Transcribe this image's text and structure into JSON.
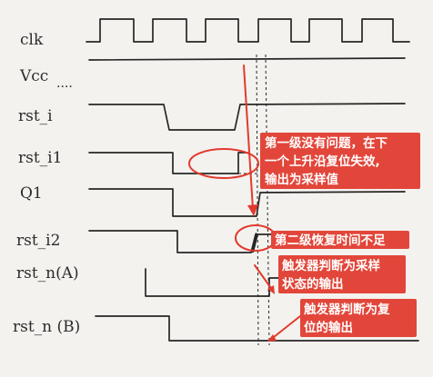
{
  "signals": {
    "clk": "clk",
    "vcc": "Vcc",
    "vcc_dots": "....",
    "rst_i": "rst_i",
    "rst_i1": "rst_i1",
    "q1": "Q1",
    "rst_i2": "rst_i2",
    "rst_n_a": "rst_n(A)",
    "rst_n_b": "rst_n (B)"
  },
  "annotations": {
    "note1_line1": "第一级没有问题，在下",
    "note1_line2": "一个上升沿复位失效,",
    "note1_line3": "输出为采样值",
    "note2": "第二级恢复时间不足",
    "note3_line1": "触发器判断为采样",
    "note3_line2": "状态的输出",
    "note4_line1": "触发器判断为复",
    "note4_line2": "位的输出"
  },
  "colors": {
    "ink": "#262626",
    "highlight": "#e23a2d",
    "paper": "#f3f2ef"
  }
}
